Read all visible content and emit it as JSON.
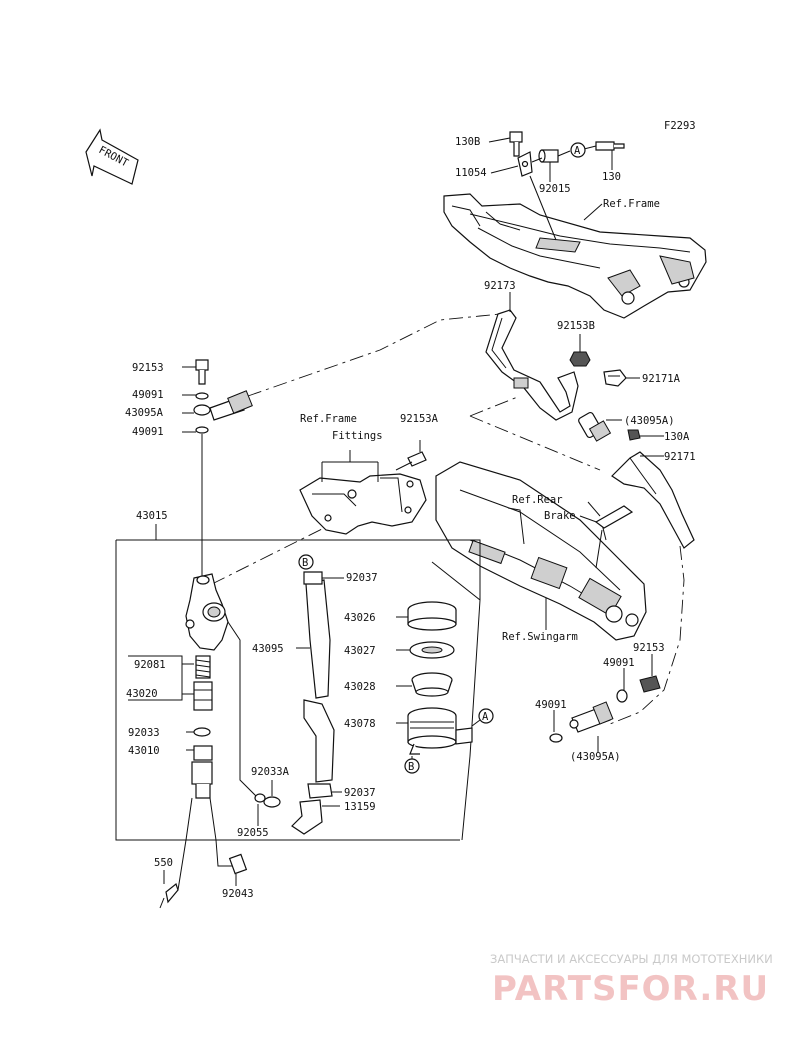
{
  "figure_code": "F2293",
  "front_arrow": "FRONT",
  "refs": {
    "frame": "Ref.Frame",
    "frame_fittings_1": "Ref.Frame",
    "frame_fittings_2": "Fittings",
    "rear_brake_1": "Ref.Rear",
    "rear_brake_2": "Brake",
    "swingarm": "Ref.Swingarm"
  },
  "parts": {
    "p130B": "130B",
    "p11054": "11054",
    "p92015": "92015",
    "p130": "130",
    "p92173": "92173",
    "p92153B": "92153B",
    "p92171A": "92171A",
    "p43095A_r": "(43095A)",
    "p130A": "130A",
    "p92171": "92171",
    "p92153_top": "92153",
    "p49091_top": "49091",
    "p43095A_l": "43095A",
    "p49091_mid": "49091",
    "p92153A": "92153A",
    "p43015": "43015",
    "p92037_top": "92037",
    "p43026": "43026",
    "p43095": "43095",
    "p43027": "43027",
    "p43028": "43028",
    "p43078": "43078",
    "p92081": "92081",
    "p43020": "43020",
    "p92033": "92033",
    "p43010": "43010",
    "p92033A": "92033A",
    "p92037_bot": "92037",
    "p13159": "13159",
    "p92055": "92055",
    "p550": "550",
    "p92043": "92043",
    "p92153_r": "92153",
    "p49091_r1": "49091",
    "p49091_r2": "49091",
    "p43095A_r2": "(43095A)"
  },
  "markers": {
    "a1": "A",
    "a2": "A",
    "b1": "B",
    "b2": "B"
  },
  "watermark": {
    "line1": "ЗАПЧАСТИ И АКСЕССУАРЫ ДЛЯ МОТОТЕХНИКИ",
    "line2": "PARTSFOR.RU"
  }
}
